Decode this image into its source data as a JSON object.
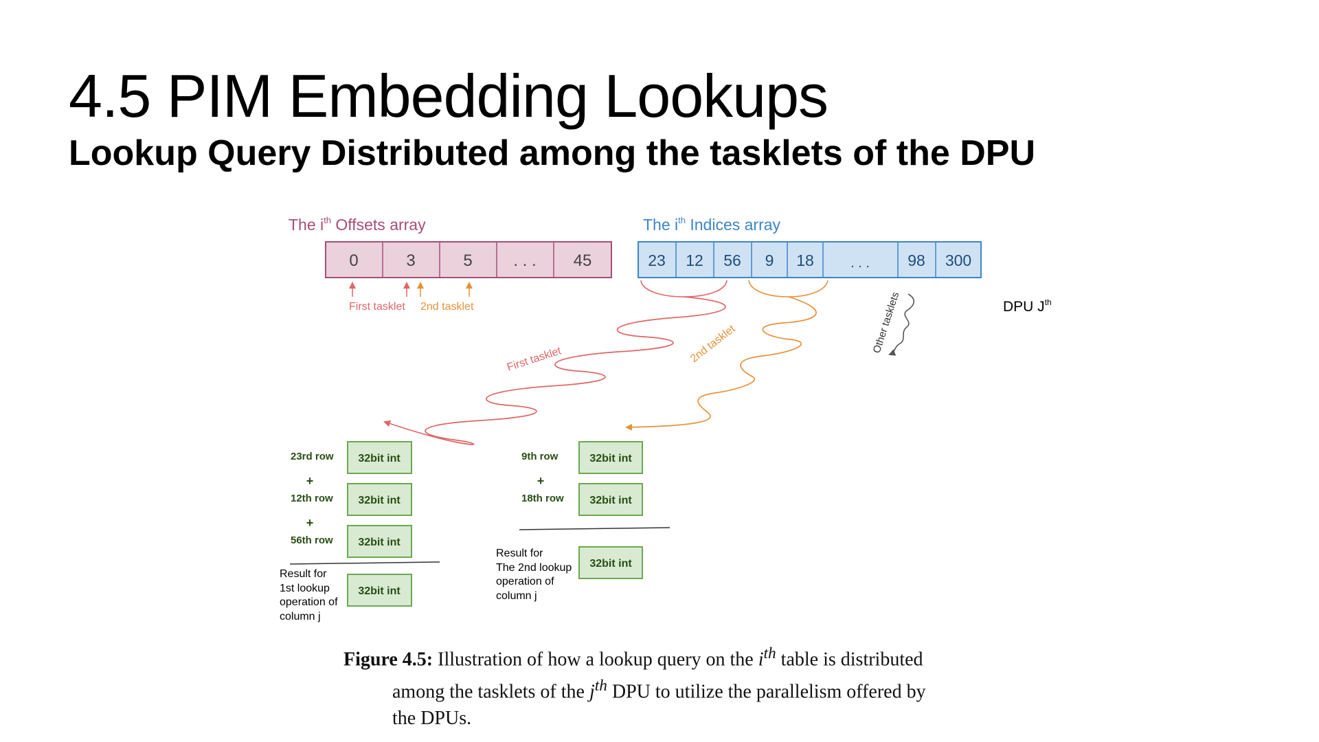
{
  "slide": {
    "title": "4.5 PIM Embedding Lookups",
    "subtitle": "Lookup Query Distributed among the tasklets of the DPU"
  },
  "diagram": {
    "offsets_label_pre": "The i",
    "offsets_label_sup": "th",
    "offsets_label_post": " Offsets array",
    "indices_label_pre": "The i",
    "indices_label_sup": "th",
    "indices_label_post": " Indices array",
    "offsets": [
      "0",
      "3",
      "5",
      ". . .",
      "45"
    ],
    "indices": [
      "23",
      "12",
      "56",
      "9",
      "18",
      ". . .",
      "98",
      "300"
    ],
    "first_tasklet_small": "First tasklet",
    "second_tasklet_small": "2nd tasklet",
    "first_tasklet_wave": "First tasklet",
    "second_tasklet_wave": "2nd tasklet",
    "other_tasklets": "Other tasklets",
    "dpu_label": "DPU J",
    "dpu_sup": "th",
    "plus": "+",
    "cell_text": "32bit int",
    "group1": {
      "rows": [
        "23rd row",
        "12th row",
        "56th row"
      ],
      "result": [
        "Result for",
        "1st lookup",
        "operation of",
        "column j"
      ]
    },
    "group2": {
      "rows": [
        "9th row",
        "18th row"
      ],
      "result": [
        "Result for",
        "The 2nd lookup",
        "operation of",
        "column j"
      ]
    },
    "colors": {
      "offsets_fill": "#ead1dc",
      "offsets_stroke": "#a64d79",
      "offsets_text": "#a64d79",
      "indices_fill": "#cfe2f3",
      "indices_stroke": "#3d85c6",
      "indices_text": "#3d85c6",
      "first_tasklet": "#e06666",
      "second_tasklet": "#e69138",
      "cell_fill": "#d9ead3",
      "cell_stroke": "#6aa84f"
    }
  },
  "caption": {
    "label": "Figure 4.5:",
    "line1_a": " Illustration of how a lookup query on the ",
    "line1_var": "i",
    "line1_sup": "th",
    "line1_b": " table is distributed",
    "line2_a": "among the tasklets of the ",
    "line2_var": "j",
    "line2_sup": "th",
    "line2_b": " DPU to utilize the parallelism offered by",
    "line3": "the DPUs."
  }
}
